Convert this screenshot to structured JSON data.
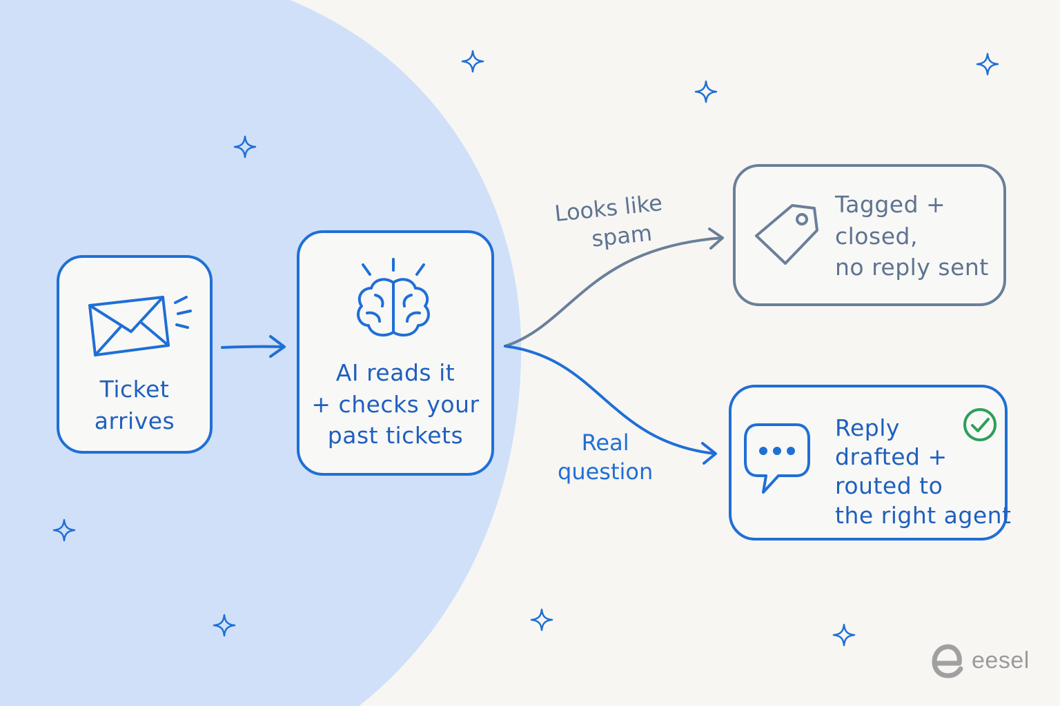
{
  "nodes": {
    "ticket": {
      "lines": [
        "Ticket",
        "arrives"
      ],
      "icon": "envelope-icon"
    },
    "ai": {
      "lines": [
        "AI reads it",
        "+ checks your",
        "past tickets"
      ],
      "icon": "brain-icon"
    },
    "spam_outcome": {
      "lines": [
        "Tagged +",
        "closed,",
        "no reply sent"
      ],
      "icon": "tag-icon"
    },
    "reply_outcome": {
      "lines": [
        "Reply",
        "drafted +",
        "routed to",
        "the right agent"
      ],
      "icon": "chat-bubble-icon",
      "status_icon": "check-circle-icon"
    }
  },
  "branches": {
    "spam": {
      "lines": [
        "Looks like",
        "spam"
      ]
    },
    "real": {
      "lines": [
        "Real",
        "question"
      ]
    }
  },
  "brand": {
    "name": "eesel",
    "icon": "eesel-logo-icon"
  },
  "colors": {
    "accent": "#1f6fd6",
    "muted": "#6a7f99",
    "background": "#f7f6f3",
    "blob": "#cfe0f8",
    "success": "#2e9e5a"
  }
}
